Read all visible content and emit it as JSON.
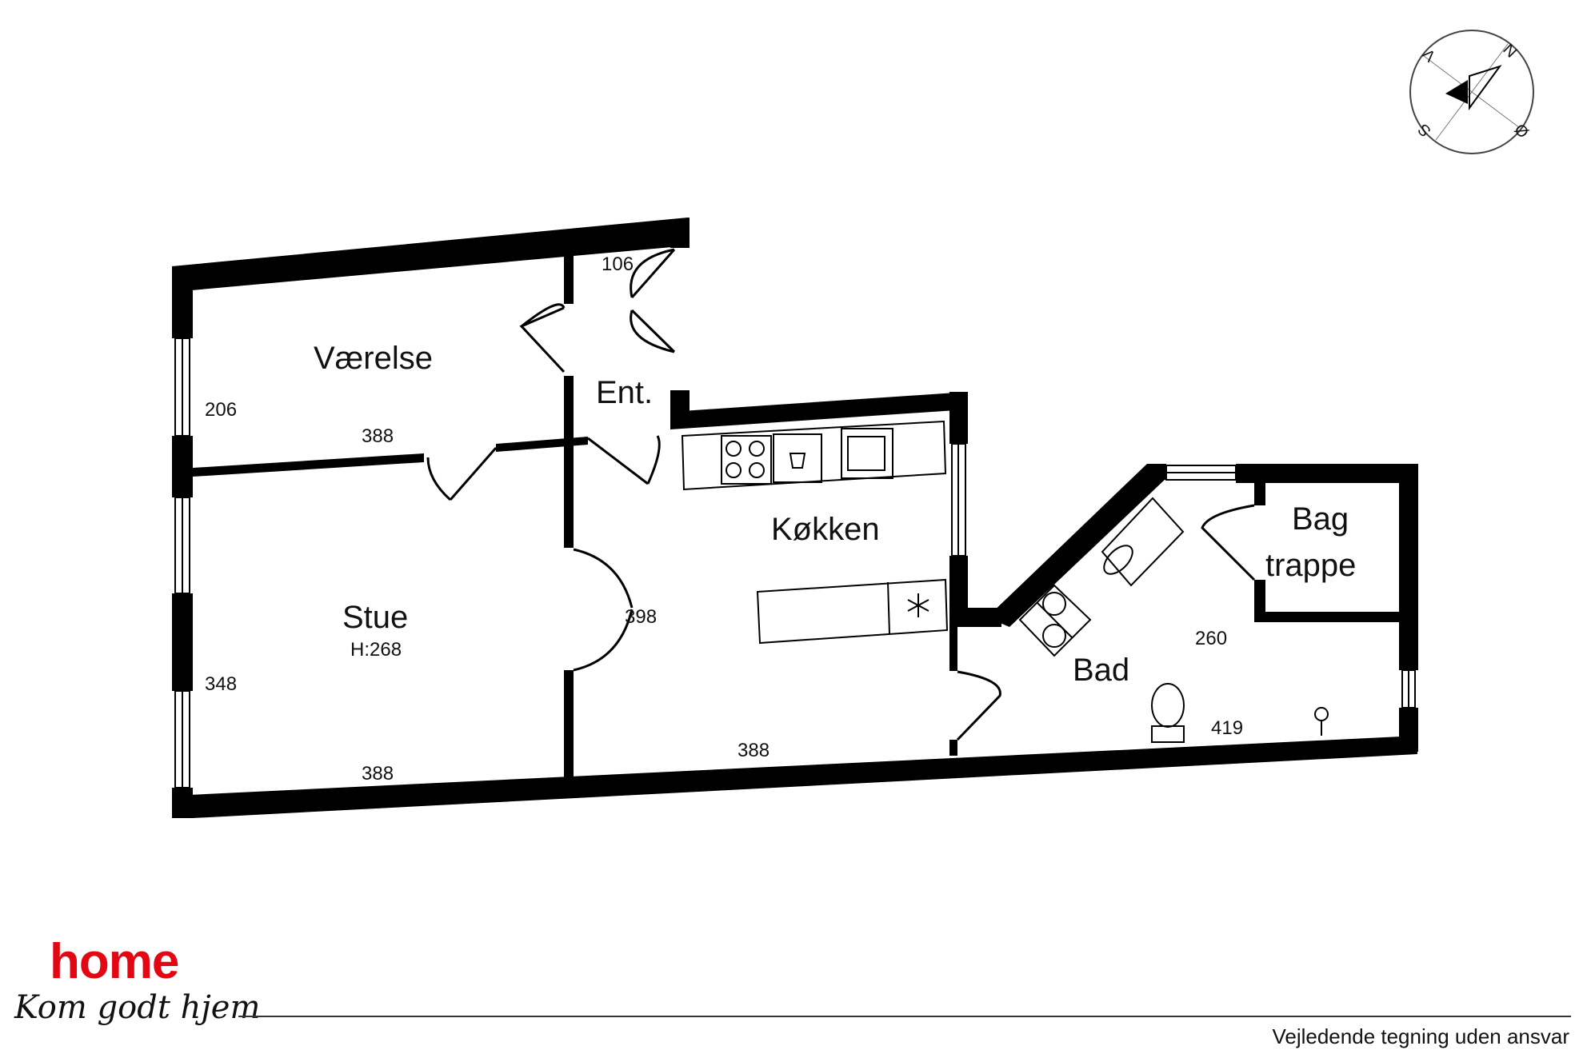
{
  "rooms": {
    "vaerelse": "Værelse",
    "entre": "Ent.",
    "kokken": "Køkken",
    "stue": "Stue",
    "stue_height": "H:268",
    "bad": "Bad",
    "bagtrappe_line1": "Bag",
    "bagtrappe_line2": "trappe"
  },
  "dimensions": {
    "entre_width": "106",
    "vaerelse_depth": "206",
    "vaerelse_width": "388",
    "stue_depth": "348",
    "stue_width": "388",
    "kokken_depth": "398",
    "kokken_width": "388",
    "bad_depth": "260",
    "bad_width": "419"
  },
  "compass": {
    "north": "N",
    "east": "Ø",
    "south": "S",
    "west": "V"
  },
  "brand": {
    "name": "home",
    "slogan": "Kom godt hjem",
    "color": "#e30613"
  },
  "footer": {
    "disclaimer": "Vejledende tegning uden ansvar"
  }
}
